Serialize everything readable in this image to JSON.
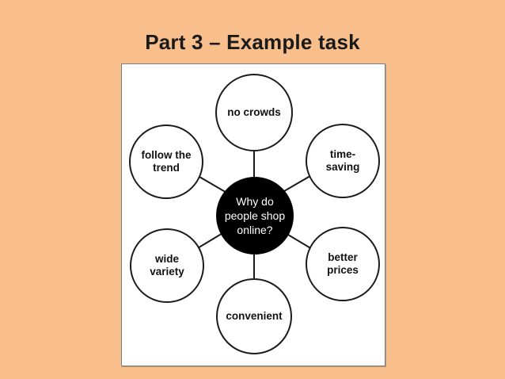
{
  "slide": {
    "title": "Part 3 – Example task",
    "background_color": "#f8be8c",
    "panel_background": "#ffffff",
    "panel_border_color": "#808080"
  },
  "diagram": {
    "type": "radial-bubble-map",
    "center": {
      "label": "Why do people shop online?",
      "lines": [
        "Why do",
        "people",
        "shop",
        "online?"
      ],
      "fill_color": "#000000",
      "text_color": "#ffffff"
    },
    "nodes": [
      {
        "id": "no-crowds",
        "label": "no crowds",
        "lines": [
          "no crowds"
        ],
        "position": "top"
      },
      {
        "id": "time-saving",
        "label": "time-saving",
        "lines": [
          "time-",
          "saving"
        ],
        "position": "top-right"
      },
      {
        "id": "better-prices",
        "label": "better prices",
        "lines": [
          "better",
          "prices"
        ],
        "position": "bottom-right"
      },
      {
        "id": "convenient",
        "label": "convenient",
        "lines": [
          "convenient"
        ],
        "position": "bottom"
      },
      {
        "id": "wide-variety",
        "label": "wide variety",
        "lines": [
          "wide",
          "variety"
        ],
        "position": "bottom-left"
      },
      {
        "id": "follow-the-trend",
        "label": "follow the trend",
        "lines": [
          "follow the",
          "trend"
        ],
        "position": "top-left"
      }
    ]
  }
}
